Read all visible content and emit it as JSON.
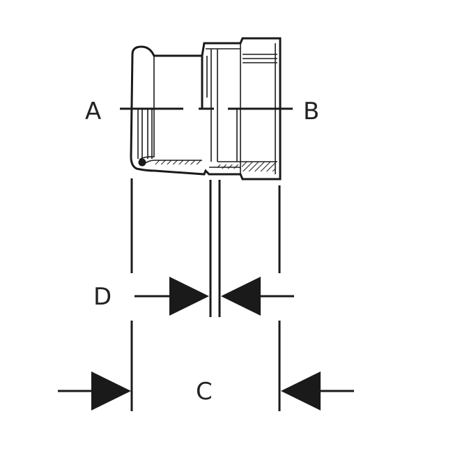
{
  "labels": {
    "a": "A",
    "b": "B",
    "c": "C",
    "d": "D"
  },
  "colors": {
    "ink": "#1a1a1a",
    "background": "#ffffff"
  }
}
